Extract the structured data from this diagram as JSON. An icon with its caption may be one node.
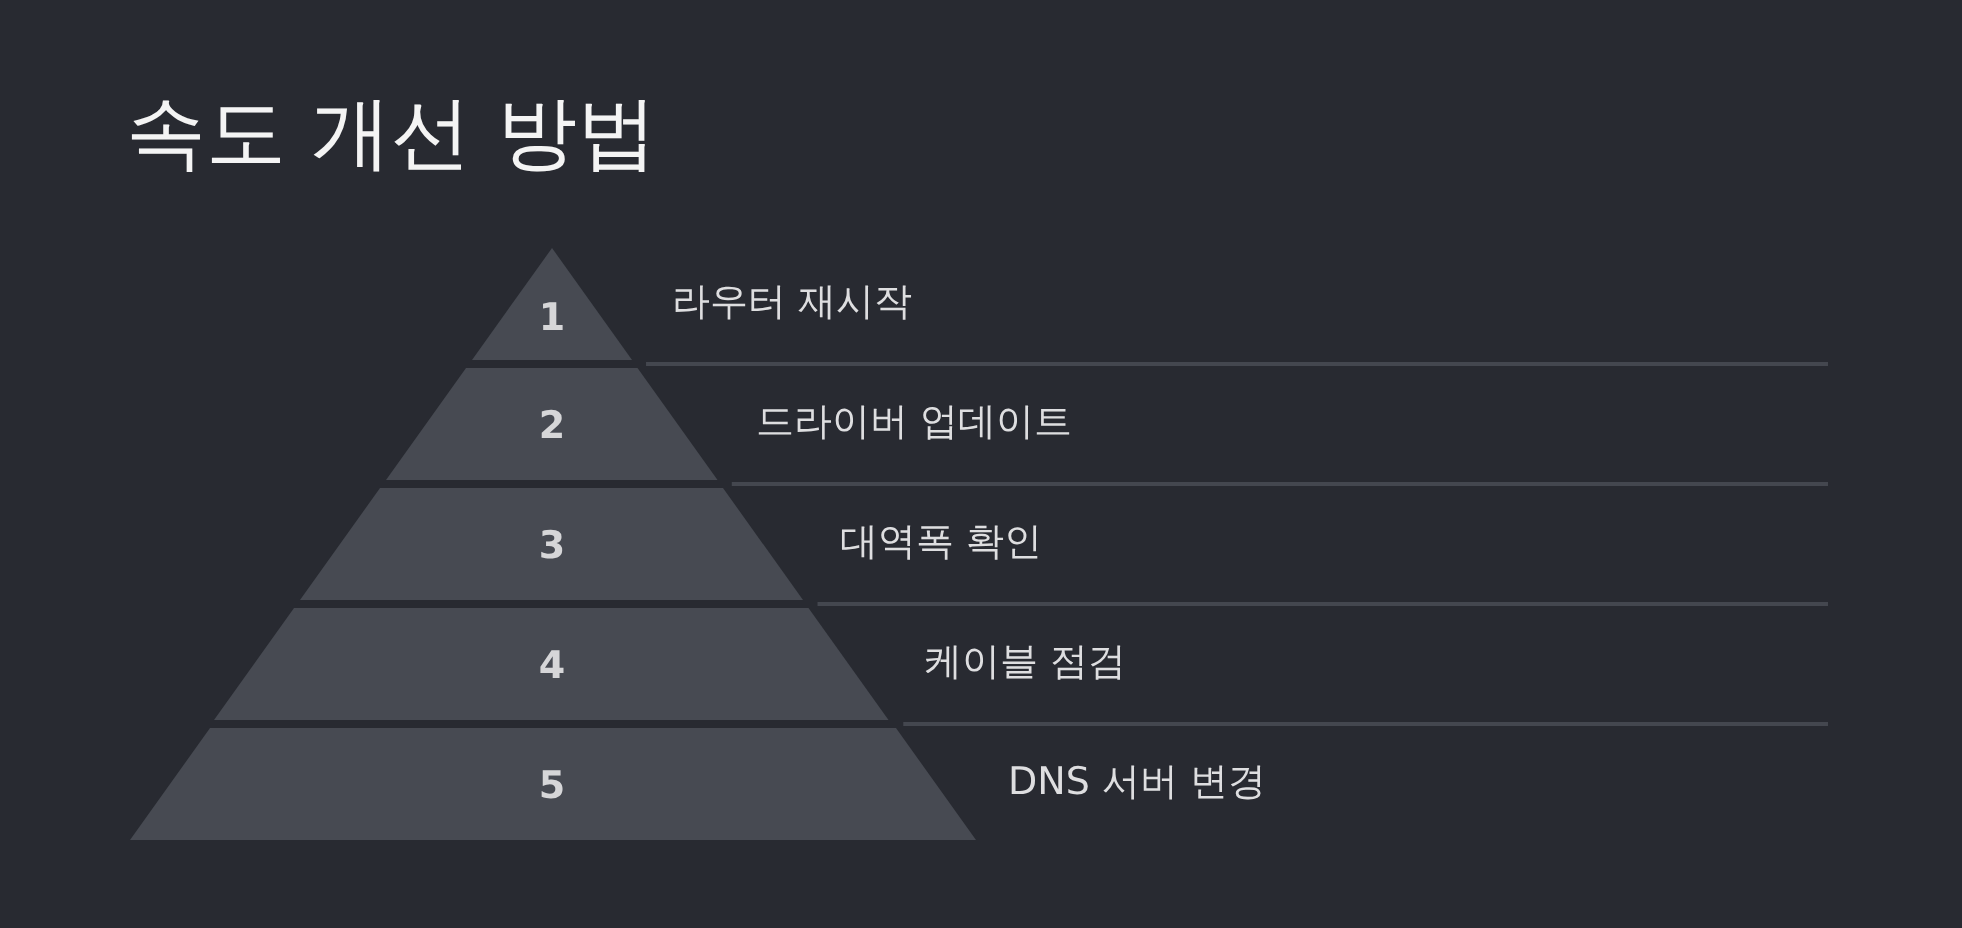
{
  "diagram": {
    "title": "속도 개선 방법",
    "nodes": [
      {
        "text": [
          "1"
        ],
        "beside": [
          "라우터 재시작"
        ]
      },
      {
        "text": [
          "2"
        ],
        "beside": [
          "드라이버 업데이트"
        ]
      },
      {
        "text": [
          "3"
        ],
        "beside": [
          "대역폭 확인"
        ]
      },
      {
        "text": [
          "4"
        ],
        "beside": [
          "케이블 점검"
        ]
      },
      {
        "text": [
          "5"
        ],
        "beside": [
          "DNS 서버 변경"
        ]
      }
    ]
  }
}
